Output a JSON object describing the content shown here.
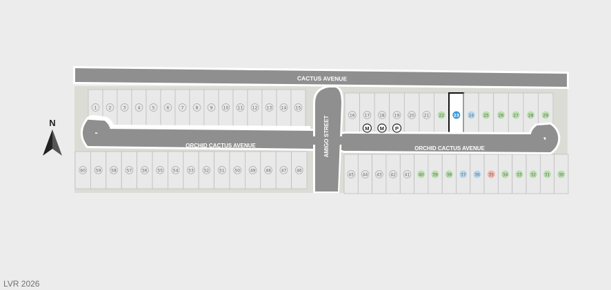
{
  "streets": {
    "cactus_avenue": "CACTUS AVENUE",
    "orchid_cactus_avenue": "ORCHID CACTUS AVENUE",
    "amigo_street": "AMIGO STREET"
  },
  "compass": {
    "label": "N"
  },
  "watermark": "LVR 2026",
  "selected_lot": "23",
  "amenity_markers": [
    "M",
    "M",
    "P"
  ],
  "status_colors": {
    "plain": "#e6e6e6",
    "green": "#b9dfad",
    "blue": "#b5d6ee",
    "red": "#f2b5ac",
    "selected": "#3a9ad9"
  },
  "lots": {
    "nw": [
      "1",
      "2",
      "3",
      "4",
      "5",
      "6",
      "7",
      "8",
      "9",
      "10",
      "11",
      "12",
      "13",
      "14",
      "15"
    ],
    "ne": [
      "16",
      "17",
      "18",
      "19",
      "20",
      "21",
      "22",
      "23",
      "24",
      "25",
      "26",
      "27",
      "28",
      "29"
    ],
    "sw": [
      "60",
      "59",
      "58",
      "57",
      "56",
      "55",
      "54",
      "53",
      "52",
      "51",
      "50",
      "49",
      "48",
      "47",
      "46"
    ],
    "se": [
      "45",
      "44",
      "43",
      "42",
      "41",
      "40",
      "39",
      "38",
      "37",
      "36",
      "35",
      "34",
      "33",
      "32",
      "31",
      "30"
    ]
  },
  "lot_status": {
    "22": "green",
    "23": "selected",
    "24": "blue",
    "25": "green",
    "26": "green",
    "27": "green",
    "28": "green",
    "29": "green",
    "40": "green",
    "39": "green",
    "38": "green",
    "37": "blue",
    "36": "blue",
    "35": "red",
    "34": "green",
    "33": "green",
    "32": "green",
    "31": "green",
    "30": "green"
  }
}
